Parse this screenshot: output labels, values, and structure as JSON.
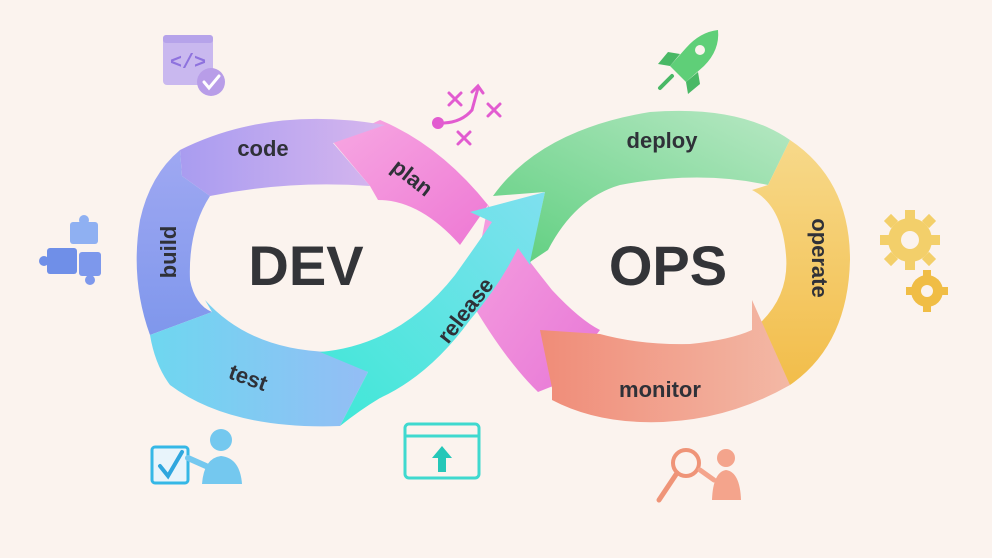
{
  "center": {
    "dev": "DEV",
    "ops": "OPS"
  },
  "stages": {
    "code": "code",
    "plan": "plan",
    "build": "build",
    "test": "test",
    "release": "release",
    "deploy": "deploy",
    "operate": "operate",
    "monitor": "monitor"
  },
  "icons": [
    "code-window-icon",
    "strategy-icon",
    "rocket-icon",
    "puzzle-icon",
    "gears-icon",
    "testing-person-icon",
    "upload-window-icon",
    "search-person-icon"
  ],
  "colors": {
    "background": "#fbf3ee",
    "code": "#bba7ee",
    "plan": "#f38edb",
    "build": "#8f9ff0",
    "test": "#78c7f5",
    "release": "#4fe3dc",
    "deploy": "#88da98",
    "operate": "#f5c95e",
    "monitor": "#f2a08c"
  }
}
